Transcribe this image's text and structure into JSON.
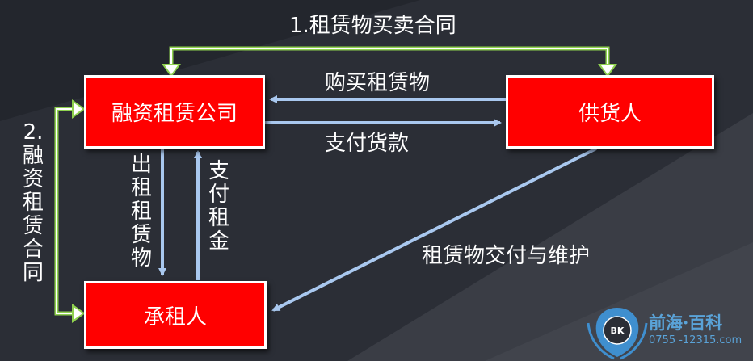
{
  "nodes": {
    "lessor": "融资租赁公司",
    "supplier": "供货人",
    "lessee": "承租人"
  },
  "edges": {
    "sales_contract": "1.租赁物买卖合同",
    "purchase": "购买租赁物",
    "payment": "支付货款",
    "lease_out": "出\n租\n租\n赁\n物",
    "rent": "支\n付\n租\n金",
    "delivery": "租赁物交付与维护",
    "lease_contract": "2.\n融\n资\n租\n赁\n合\n同"
  },
  "logo": {
    "badge": "BK",
    "name": "前海·百科",
    "phone": "0755 -12315.com"
  },
  "colors": {
    "box_fill": "#ff0000",
    "contract_arrow": "#8fd14f",
    "flow_arrow": "#a9c8ef",
    "logo": "#5aa3d8"
  }
}
